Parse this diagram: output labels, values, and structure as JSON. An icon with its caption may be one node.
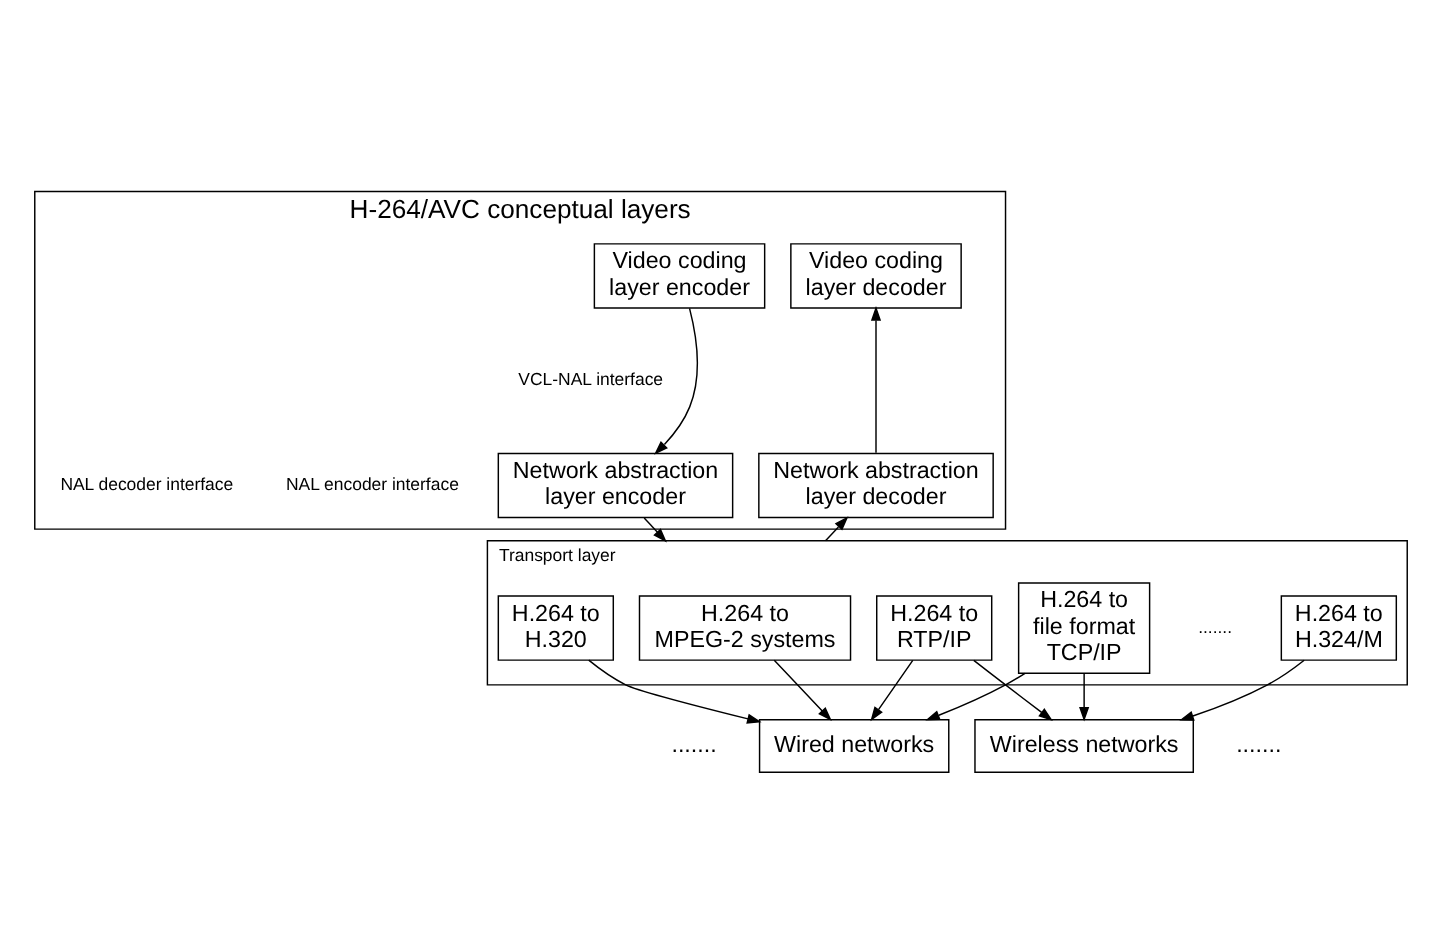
{
  "diagram": {
    "nodes": [
      {
        "text": [
          "H-264/AVC conceptual layers"
        ]
      },
      {
        "text": [
          "Video coding layer encoder"
        ],
        "in": 0
      },
      {
        "text": [
          "Video coding layer decoder"
        ],
        "in": 0
      },
      {
        "text": [
          "Network abstraction layer encoder"
        ],
        "in": 0
      },
      {
        "text": [
          "Network abstraction layer decoder"
        ],
        "in": 0
      },
      {
        "text": [
          "Transport layer"
        ]
      },
      {
        "text": [
          "H.264 to H.320"
        ],
        "in": 5
      },
      {
        "text": [
          "H.264 to MPEG-2 systems"
        ],
        "in": 5
      },
      {
        "text": [
          "H.264 to H.324/M"
        ],
        "in": 5
      },
      {
        "text": [
          "H.264 to RTP/IP"
        ],
        "in": 5
      },
      {
        "text": [
          "H.264 to file format TCP/IP"
        ],
        "in": 5
      },
      {
        "text": [
          "Wired networks"
        ]
      },
      {
        "text": [
          "Wireless networks"
        ]
      }
    ],
    "edges": [
      {
        "from": 1,
        "to": 3,
        "arrow": "to"
      },
      {
        "from": 4,
        "to": 2,
        "arrow": "to"
      },
      {
        "from": 3,
        "to": 5,
        "arrow": "to"
      },
      {
        "from": 5,
        "to": 4,
        "arrow": "to"
      },
      {
        "from": 6,
        "to": 11,
        "arrow": "to"
      },
      {
        "from": 7,
        "to": 11,
        "arrow": "to"
      },
      {
        "from": 8,
        "to": 12,
        "arrow": "to"
      },
      {
        "from": 9,
        "to": 11,
        "arrow": "to"
      },
      {
        "from": 9,
        "to": 12,
        "arrow": "to"
      },
      {
        "from": 10,
        "to": 11,
        "arrow": "to"
      },
      {
        "from": 10,
        "to": 12,
        "arrow": "to"
      }
    ],
    "labels": [
      "VCL-NAL interface",
      "NAL encoder interface",
      "NAL decoder interface",
      ".......",
      ".......",
      "......."
    ]
  }
}
